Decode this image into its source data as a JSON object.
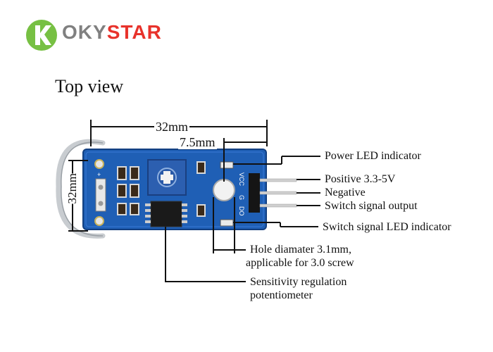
{
  "logo": {
    "word_left": "OKY",
    "word_right": "STAR",
    "brand_color": "#e8322b",
    "mark_color": "#77c043",
    "text_gray": "#808080"
  },
  "title": "Top view",
  "dimensions": {
    "width": "32mm",
    "hole_offset": "7.5mm",
    "height": "32mm"
  },
  "callouts": {
    "power_led": "Power LED indicator",
    "positive": "Positive 3.3-5V",
    "negative": "Negative",
    "signal_out": "Switch signal output",
    "signal_led": "Switch signal LED indicator",
    "hole_line1": "Hole diamater 3.1mm,",
    "hole_line2": "applicable for 3.0 screw",
    "pot_line1": "Sensitivity regulation",
    "pot_line2": "potentiometer"
  },
  "board": {
    "pin_labels": [
      "VCC",
      "G",
      "DO"
    ],
    "pcb_color": "#1f5fb5",
    "pot_color": "#2c5fb0"
  }
}
